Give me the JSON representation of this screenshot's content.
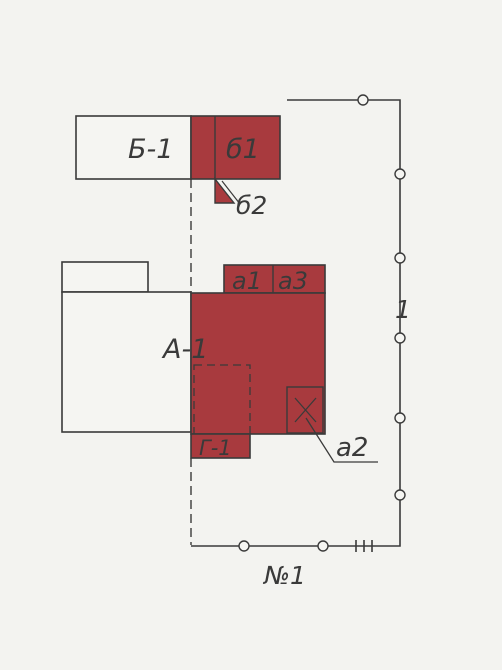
{
  "colors": {
    "background": "#ececea",
    "paper": "#f5f5f2",
    "line": "#3a3a3a",
    "fill_red": "#a83a3e"
  },
  "labels": {
    "building_b1": "Б-1",
    "section_b1": "б1",
    "section_b2": "б2",
    "building_a1": "А-1",
    "section_a1": "а1",
    "section_a3": "а3",
    "section_a2": "а2",
    "building_g1": "Г-1",
    "fence_number": "1",
    "plot_number": "№1"
  }
}
